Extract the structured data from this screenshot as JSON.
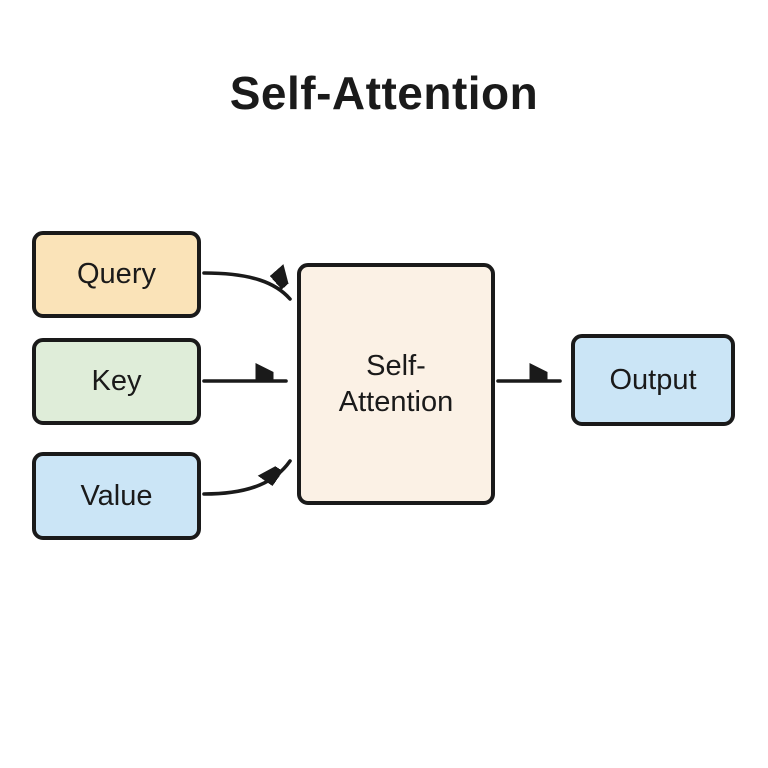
{
  "title": "Self-Attention",
  "nodes": {
    "query": {
      "label": "Query"
    },
    "key": {
      "label": "Key"
    },
    "value": {
      "label": "Value"
    },
    "attention": {
      "label": "Self-\nAttention"
    },
    "output": {
      "label": "Output"
    }
  },
  "edges": [
    {
      "from": "Query",
      "to": "Self-Attention",
      "shape": "curved-down"
    },
    {
      "from": "Key",
      "to": "Self-Attention",
      "shape": "straight"
    },
    {
      "from": "Value",
      "to": "Self-Attention",
      "shape": "curved-up"
    },
    {
      "from": "Self-Attention",
      "to": "Output",
      "shape": "straight"
    }
  ],
  "colors": {
    "background": "#ffffff",
    "text": "#1a1a1a",
    "node_border": "#1a1a1a",
    "arrow": "#1a1a1a",
    "query_fill": "#fae3b8",
    "key_fill": "#dfedd9",
    "value_fill": "#cbe5f6",
    "attention_fill": "#fbf1e5",
    "output_fill": "#cbe5f6"
  }
}
